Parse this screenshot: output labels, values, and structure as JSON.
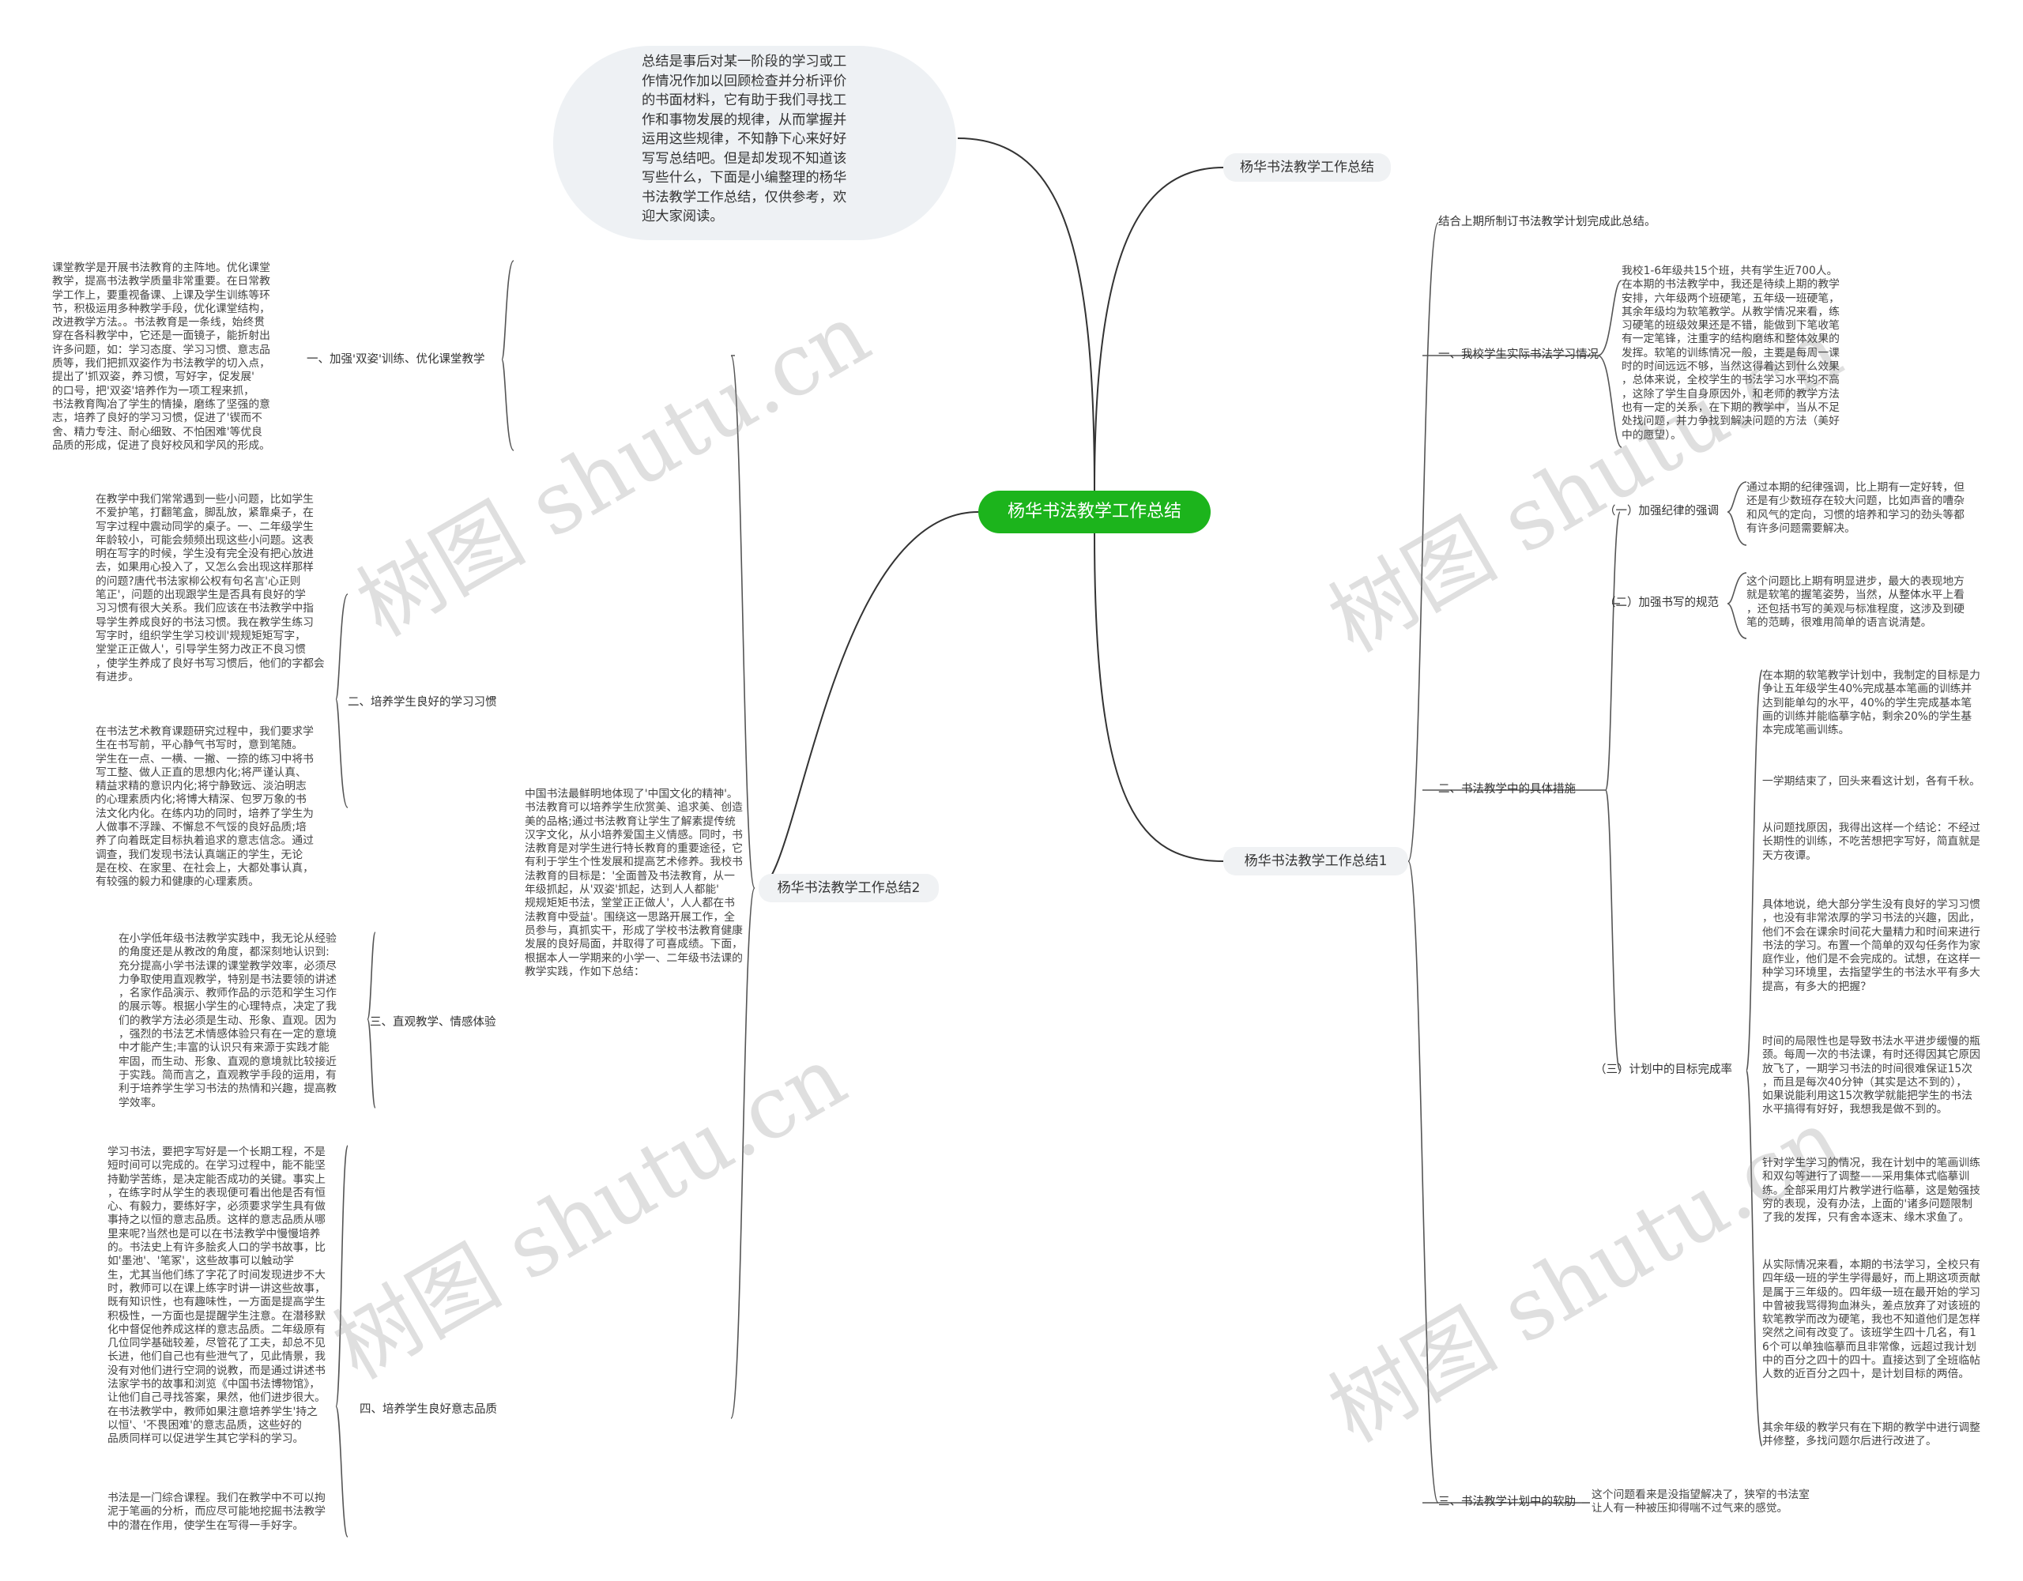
{
  "root": "杨华书法教学工作总结",
  "intro": "总结是事后对某一阶段的学习或工\n作情况作加以回顾检查并分析评价\n的书面材料，它有助于我们寻找工\n作和事物发展的规律，从而掌握并\n运用这些规律，不知静下心来好好\n写写总结吧。但是却发现不知道该\n写些什么，下面是小编整理的杨华\n书法教学工作总结，仅供参考，欢\n迎大家阅读。",
  "watermark": "树图 shutu.cn",
  "right": {
    "branch_a": "杨华书法教学工作总结",
    "branch_b": "杨华书法教学工作总结1",
    "b_top": "结合上期所制订书法教学计划完成此总结。",
    "sec1_label": "一、我校学生实际书法学习情况",
    "sec1_text": "我校1-6年级共15个班，共有学生近700人。\n在本期的书法教学中，我还是待续上期的教学\n安排，六年级两个班硬笔，五年级一班硬笔，\n其余年级均为软笔教学。从教学情况来看，练\n习硬笔的班级效果还是不错，能做到下笔收笔\n有一定笔锋，注重字的结构磨练和整体效果的\n发挥。软笔的训练情况一般，主要是每周一课\n时的时间远远不够，当然这得着达到什么效果\n，总体来说，全校学生的书法学习水平均不高\n，这除了学生自身原因外，和老师的教学方法\n也有一定的关系，在下期的教学中，当从不足\n处找问题，并力争找到解决问题的方法（美好\n中的愿望）。",
    "sec2_label": "二、书法教学中的具体措施",
    "sub1_label": "（一）加强纪律的强调",
    "sub1_text": "通过本期的纪律强调，比上期有一定好转，但\n还是有少数班存在较大问题，比如声音的嘈杂\n和风气的定向，习惯的培养和学习的劲头等都\n有许多问题需要解决。",
    "sub2_label": "（二）加强书写的规范",
    "sub2_text": "这个问题比上期有明显进步，最大的表现地方\n就是软笔的握笔姿势，当然，从整体水平上看\n，还包括书写的美观与标准程度，这涉及到硬\n笔的范畴，很难用简单的语言说清楚。",
    "sub3_label": "（三）计划中的目标完成率",
    "sub3_items": [
      "在本期的软笔教学计划中，我制定的目标是力\n争让五年级学生40%完成基本笔画的训练并\n达到能单勾的水平，40%的学生完成基本笔\n画的训练并能临摹字帖，剩余20%的学生基\n本完成笔画训练。",
      "一学期结束了，回头来看这计划，各有千秋。",
      "从问题找原因，我得出这样一个结论：不经过\n长期性的训练，不吃苦想把字写好，简直就是\n天方夜谭。",
      "具体地说，绝大部分学生没有良好的学习习惯\n，也没有非常浓厚的学习书法的兴趣，因此，\n他们不会在课余时间花大量精力和时间来进行\n书法的学习。布置一个简单的双勾任务作为家\n庭作业，他们是不会完成的。试想，在这样一\n种学习环境里，去指望学生的书法水平有多大\n提高，有多大的把握？",
      "时间的局限性也是导致书法水平进步缓慢的瓶\n颈。每周一次的书法课，有时还得因其它原因\n放飞了，一期学习书法的时间很难保证15次\n，而且是每次40分钟（其实是达不到的），\n如果说能利用这15次教学就能把学生的书法\n水平搞得有好好，我想我是做不到的。",
      "针对学生学习的情况，我在计划中的笔画训练\n和双勾等进行了调整——采用集体式临摹训\n练。全部采用灯片教学进行临摹，这是勉强技\n穷的表现，没有办法，上面的'诸多问题限制\n了我的发挥，只有舍本逐末、缘木求鱼了。",
      "从实际情况来看，本期的书法学习，全校只有\n四年级一班的学生学得最好，而上期这项贡献\n是属于三年级的。四年级一班在最开始的学习\n中曾被我骂得狗血淋头，差点放弃了对该班的\n软笔教学而改为硬笔，我也不知道他们是怎样\n突然之间有改变了。该班学生四十几名，有1\n6个可以单独临摹而且非常像，远超过我计划\n中的百分之四十的四十。直接达到了全班临帖\n人数的近百分之四十，是计划目标的两倍。",
      "其余年级的教学只有在下期的教学中进行调整\n并修整，多找问题尔后进行改进了。"
    ],
    "sec3_label": "三、书法教学计划中的软肋",
    "sec3_text": "这个问题看来是没指望解决了，狭窄的书法室\n让人有一种被压抑得喘不过气来的感觉。"
  },
  "left": {
    "branch": "杨华书法教学工作总结2",
    "intro_text": "中国书法最鲜明地体现了'中国文化的精神'。\n书法教育可以培养学生欣赏美、追求美、创造\n美的品格;通过书法教育让学生了解素提传统\n汉字文化，从小培养爱国主义情感。同时，书\n法教育是对学生进行特长教育的重要途径，它\n有利于学生个性发展和提高艺术修养。我校书\n法教育的目标是：'全面普及书法教育，从一\n年级抓起，从'双姿'抓起，达到人人都能'\n规规矩矩书法，堂堂正正做人'，人人都在书\n法教育中受益'。围绕这一思路开展工作，全\n员参与，真抓实干，形成了学校书法教育健康\n发展的良好局面，并取得了可喜成绩。下面，\n根据本人一学期来的小学一、二年级书法课的\n教学实践，作如下总结：",
    "sec1_label": "一、加强'双姿'训练、优化课堂教学",
    "sec1_text": "课堂教学是开展书法教育的主阵地。优化课堂\n教学，提高书法教学质量非常重要。在日常教\n学工作上，要重视备课、上课及学生训练等环\n节，积极运用多种教学手段，优化课堂结构，\n改进教学方法。。书法教育是一条线，始终贯\n穿在各科教学中，它还是一面镜子，能折射出\n许多问题，如：学习态度、学习习惯、意志品\n质等，我们把抓双姿作为书法教学的切入点，\n提出了'抓双姿，养习惯，写好字，促发展'\n的口号，把'双姿'培养作为一项工程来抓，\n书法教育陶冶了学生的情操，磨练了坚强的意\n志，培养了良好的学习习惯，促进了'锲而不\n舍、精力专注、耐心细致、不怕困难'等优良\n品质的形成，促进了良好校风和学风的形成。",
    "sec2_label": "二、培养学生良好的学习习惯",
    "sec2_items": [
      "在教学中我们常常遇到一些小问题，比如学生\n不爱护笔，打翻笔盒，脚乱放，紧靠桌子，在\n写字过程中震动同学的桌子。一、二年级学生\n年龄较小，可能会频频出现这些小问题。这表\n明在写字的时候，学生没有完全没有把心放进\n去，如果用心投入了，又怎么会出现这样那样\n的问题?唐代书法家柳公权有句名言'心正则\n笔正'，问题的出现跟学生是否具有良好的学\n习习惯有很大关系。我们应该在书法教学中指\n导学生养成良好的书法习惯。我在教学生练习\n写字时，组织学生学习校训'规规矩矩写字，\n堂堂正正做人'，引导学生努力改正不良习惯\n，使学生养成了良好书写习惯后，他们的字都会\n有进步。",
      "在书法艺术教育课题研究过程中，我们要求学\n生在书写前，平心静气书写时，意到笔随。\n学生在一点、一横、一撇、一捺的练习中将书\n写工整、做人正直的思想内化;将严谨认真、\n精益求精的意识内化;将宁静致远、淡泊明志\n的心理素质内化;将博大精深、包罗万象的书\n法文化内化。在练内功的同时，培养了学生为\n人做事不浮躁、不懈怠不气馁的良好品质;培\n养了向着既定目标执着追求的意志信念。通过\n调查，我们发现书法认真端正的学生，无论\n是在校、在家里、在社会上，大都处事认真，\n有较强的毅力和健康的心理素质。"
    ],
    "sec3_label": "三、直观教学、情感体验",
    "sec3_text": "在小学低年级书法教学实践中，我无论从经验\n的角度还是从教改的角度，都深刻地认识到:\n充分提高小学书法课的课堂教学效率，必须尽\n力争取使用直观教学，特别是书法要领的讲述\n，名家作品演示、教师作品的示范和学生习作\n的展示等。根据小学生的心理特点，决定了我\n们的教学方法必须是生动、形象、直观。因为\n，强烈的书法艺术情感体验只有在一定的意境\n中才能产生;丰富的认识只有来源于实践才能\n牢固，而生动、形象、直观的意境就比较接近\n于实践。简而言之，直观教学手段的运用，有\n利于培养学生学习书法的热情和兴趣，提高教\n学效率。",
    "sec4_label": "四、培养学生良好意志品质",
    "sec4_items": [
      "学习书法，要把字写好是一个长期工程，不是\n短时间可以完成的。在学习过程中，能不能坚\n持勤学苦练，是决定能否成功的关键。事实上\n，在练字时从学生的表现便可看出他是否有恒\n心、有毅力，要练好字，必须要求学生具有做\n事持之以恒的意志品质。这样的意志品质从哪\n里来呢?当然也是可以在书法教学中慢慢培养\n的。书法史上有许多脍炙人口的学书故事，比\n如'墨池'、'笔冢'，这些故事可以触动学\n生，尤其当他们练了字花了时间发现进步不大\n时，教师可以在课上练字时讲一讲这些故事，\n既有知识性，也有趣味性，一方面是提高学生\n积极性，一方面也是提醒学生注意。在潜移默\n化中督促他养成这样的意志品质。二年级原有\n几位同学基础较差，尽管花了工夫，却总不见\n长进，他们自己也有些泄气了，见此情景，我\n没有对他们进行空洞的说教，而是通过讲述书\n法家学书的故事和浏览《中国书法博物馆》，\n让他们自己寻找答案，果然，他们进步很大。\n在书法教学中，教师如果注意培养学生'持之\n以恒'、'不畏困难'的意志品质，这些好的\n品质同样可以促进学生其它学科的学习。",
      "书法是一门综合课程。我们在教学中不可以拘\n泥于笔画的分析，而应尽可能地挖掘书法教学\n中的潜在作用，使学生在写得一手好字。"
    ]
  }
}
